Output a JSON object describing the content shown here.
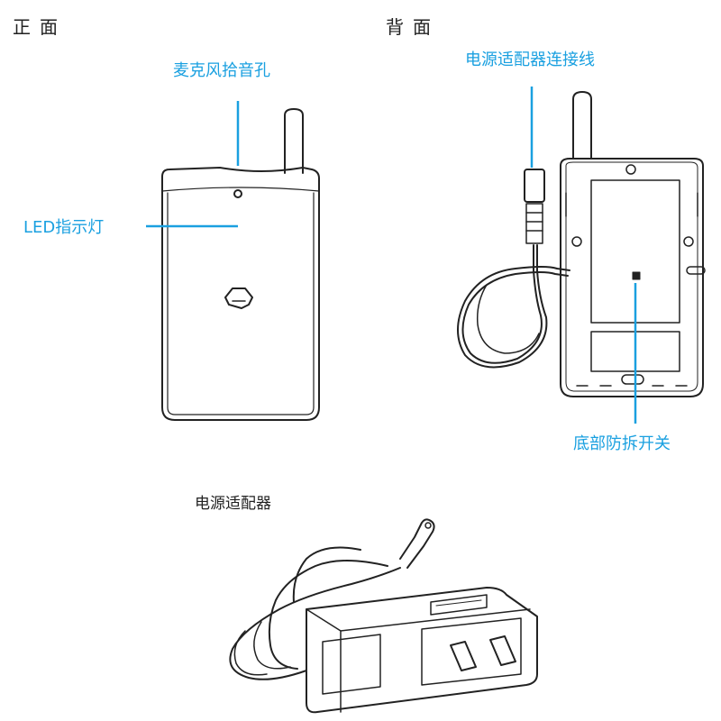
{
  "labels": {
    "front_title": "正面",
    "back_title": "背面",
    "mic_hole": "麦克风拾音孔",
    "led": "LED指示灯",
    "power_cable": "电源适配器连接线",
    "tamper_switch": "底部防拆开关",
    "adapter": "电源适配器"
  },
  "colors": {
    "callout": "#1aa0e0",
    "line": "#222222"
  }
}
